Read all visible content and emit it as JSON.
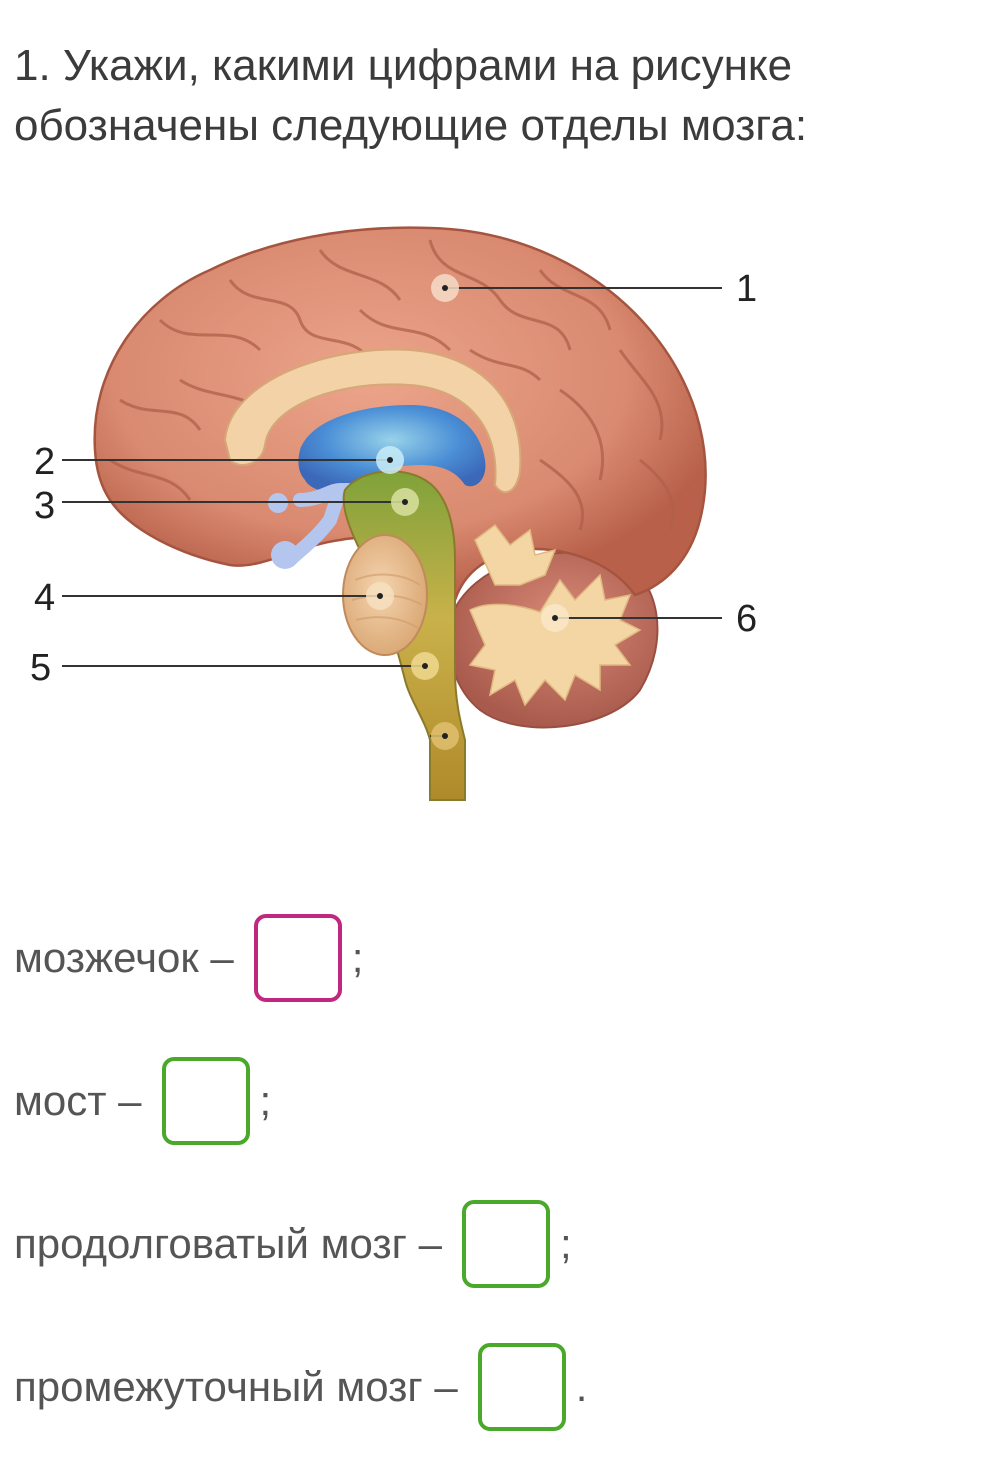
{
  "question": {
    "text": "1. Укажи, какими цифрами на рисунке обозначены следующие отделы мозга:"
  },
  "figure": {
    "labels": [
      "1",
      "2",
      "3",
      "4",
      "5",
      "6"
    ],
    "colors": {
      "cortex": "#d98a70",
      "cortex_dark": "#b8604a",
      "ventricle": "#3a8ee0",
      "brainstem": "#c9b14a",
      "cerebellum_core": "#f3d6a4"
    }
  },
  "answers": [
    {
      "label": "мозжечок –",
      "punct": ";",
      "box_color": "#c2277f"
    },
    {
      "label": "мост –",
      "punct": ";",
      "box_color": "#4aa82a"
    },
    {
      "label": "продолговатый мозг –",
      "punct": ";",
      "box_color": "#4aa82a"
    },
    {
      "label": "промежуточный мозг –",
      "punct": ".",
      "box_color": "#4aa82a"
    }
  ]
}
